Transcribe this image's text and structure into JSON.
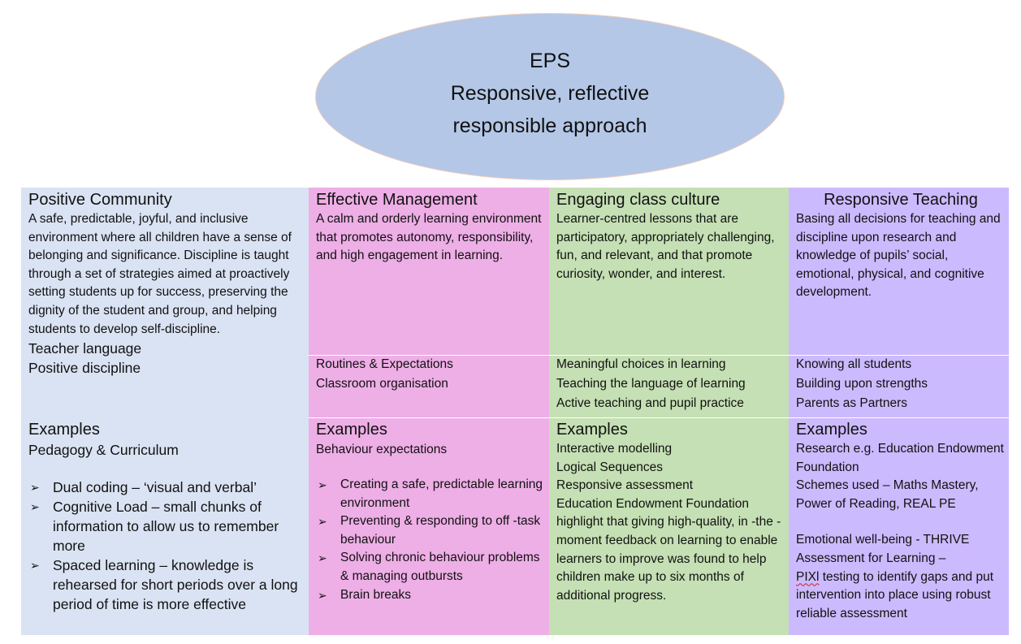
{
  "header": {
    "lines": [
      "EPS",
      "Responsive, reflective",
      "responsible approach"
    ]
  },
  "colors": {
    "ellipse": "#b4c7e7",
    "positive_community": "#dae3f3",
    "effective_management": "#eeaee6",
    "engaging_class_culture": "#c5e0b4",
    "responsive_teaching": "#ccbafe"
  },
  "columns": [
    {
      "title": "Positive Community",
      "description": "A safe, predictable, joyful, and inclusive environment where all children have a sense of belonging and significance. Discipline is taught through a set of strategies aimed at proactively setting students up for success, preserving the dignity of the student and group, and helping students to develop self-discipline.",
      "practices": [
        "Teacher language",
        "Positive discipline"
      ],
      "examples_title": "Examples",
      "examples_subtitle": "Pedagogy & Curriculum",
      "examples": [
        "Dual coding – ‘visual and verbal’",
        "Cognitive Load – small chunks of information to allow us to remember more",
        "Spaced learning – knowledge is rehearsed for short periods over a long period of time is more effective"
      ]
    },
    {
      "title": "Effective Management",
      "description": "A calm and orderly learning environment that promotes autonomy, responsibility, and high engagement in learning.",
      "practices": [
        "Routines & Expectations",
        "Classroom organisation"
      ],
      "examples_title": "Examples",
      "examples_subtitle": "Behaviour expectations",
      "examples": [
        "Creating a safe, predictable learning environment",
        "Preventing & responding to off -task behaviour",
        "Solving chronic behaviour problems & managing outbursts",
        "Brain breaks"
      ]
    },
    {
      "title": "Engaging class culture",
      "description": "Learner-centred lessons that are participatory, appropriately challenging, fun, and relevant, and that promote curiosity, wonder, and interest.",
      "practices": [
        "Meaningful choices in learning",
        "Teaching the language of learning",
        "Active teaching and pupil practice"
      ],
      "examples_title": "Examples",
      "examples_lines": [
        "Interactive modelling",
        "Logical Sequences",
        "Responsive assessment",
        "Education Endowment Foundation highlight that giving high-quality, in -the -moment feedback on learning to enable learners to improve was found to help children make up to six months of additional progress."
      ]
    },
    {
      "title": "Responsive Teaching",
      "description": "Basing all decisions for teaching and discipline upon research and knowledge of pupils’ social, emotional, physical, and cognitive development.",
      "practices": [
        "Knowing all students",
        "Building upon strengths",
        "Parents as Partners"
      ],
      "examples_title": "Examples",
      "examples_block1": "Research e.g. Education Endowment Foundation",
      "examples_block2": "Schemes used – Maths Mastery, Power of Reading, REAL PE",
      "examples_block3": "Emotional well-being - THRIVE",
      "examples_block4": "Assessment for Learning –",
      "examples_pixl": "PIXl",
      "examples_block5": " testing to identify gaps and put intervention into place using robust reliable assessment"
    }
  ],
  "bullet_glyph": "➢"
}
